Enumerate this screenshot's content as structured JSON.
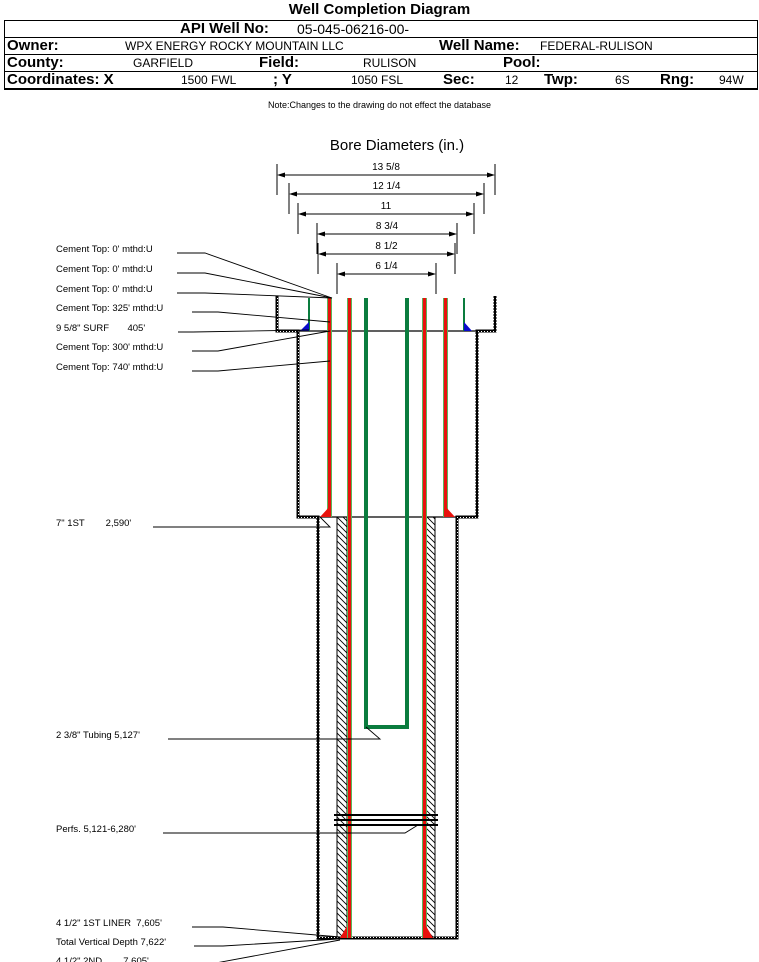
{
  "title": "Well Completion Diagram",
  "header": {
    "api_label": "API Well No:",
    "api_value": "05-045-06216-00-",
    "owner_label": "Owner:",
    "owner_value": "WPX ENERGY ROCKY MOUNTAIN LLC",
    "well_name_label": "Well Name:",
    "well_name_value": "FEDERAL-RULISON",
    "county_label": "County:",
    "county_value": "GARFIELD",
    "field_label": "Field:",
    "field_value": "RULISON",
    "pool_label": "Pool:",
    "pool_value": "",
    "coords_label": "Coordinates: X",
    "coords_x_value": "1500 FWL",
    "coords_y_label": "; Y",
    "coords_y_value": "1050 FSL",
    "sec_label": "Sec:",
    "sec_value": "12",
    "twp_label": "Twp:",
    "twp_value": "6S",
    "rng_label": "Rng:",
    "rng_value": "94W"
  },
  "note": "Note:Changes to the drawing do not effect the database",
  "diagram": {
    "bore_title": "Bore Diameters (in.)",
    "bore_diameters": [
      "13 5/8",
      "12 1/4",
      "11",
      "8 3/4",
      "8 1/2",
      "6 1/4"
    ],
    "annotations": [
      "Cement Top: 0' mthd:U",
      "Cement Top: 0' mthd:U",
      "Cement Top: 0' mthd:U",
      "Cement Top: 325' mthd:U",
      "9 5/8\" SURF       405'",
      "Cement Top: 300' mthd:U",
      "Cement Top: 740' mthd:U",
      "7\" 1ST        2,590'",
      "2 3/8\" Tubing 5,127'",
      "Perfs. 5,121-6,280'",
      "4 1/2\" 1ST LINER  7,605'",
      "Total Vertical Depth 7,622'",
      "4 1/2\" 2ND        7,605'"
    ],
    "colors": {
      "casing_cement": "#e8120c",
      "pipe_green": "#0a7c3e",
      "surface_cement": "#0a0acc",
      "outline": "#000000"
    }
  }
}
